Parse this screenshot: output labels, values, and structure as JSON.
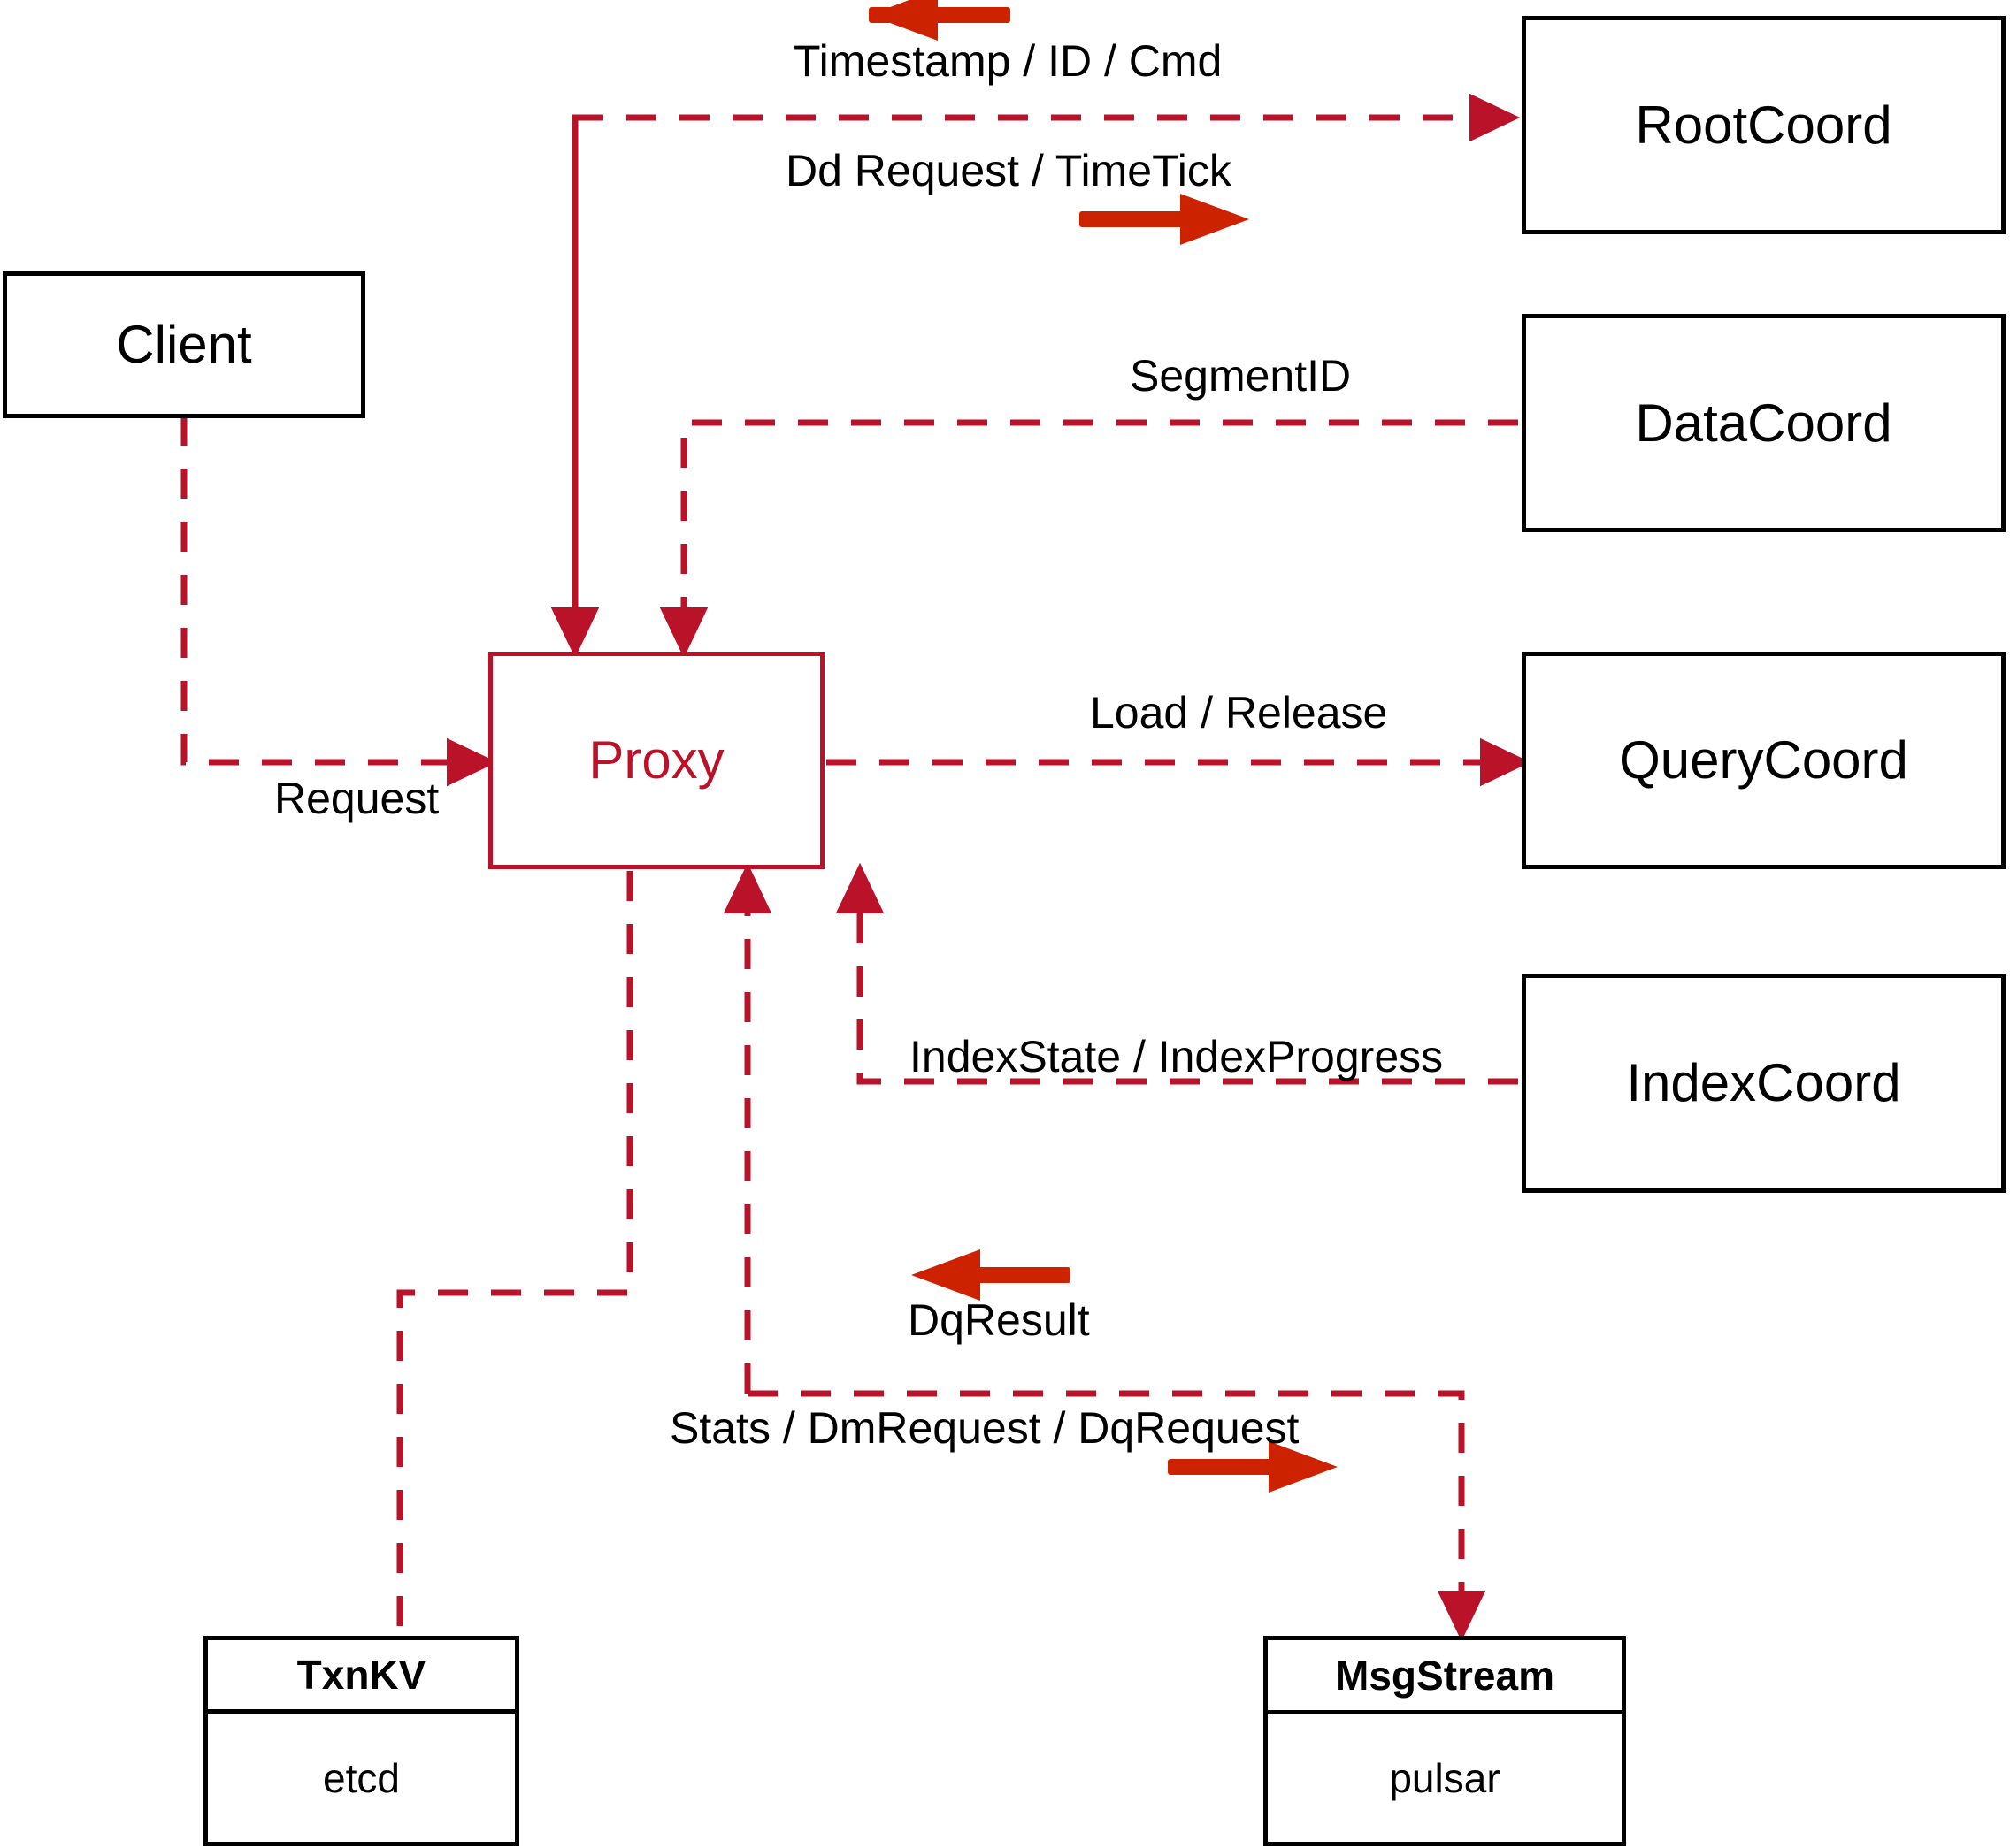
{
  "diagram": {
    "title": "Proxy component interaction diagram",
    "colors": {
      "accent_red": "#b91229",
      "arrow_red": "#cc2200",
      "node_black": "#000000",
      "background": "#ffffff"
    },
    "nodes": [
      {
        "id": "client",
        "label": "Client",
        "style": "black"
      },
      {
        "id": "proxy",
        "label": "Proxy",
        "style": "red"
      },
      {
        "id": "rootcoord",
        "label": "RootCoord",
        "style": "black"
      },
      {
        "id": "datacoord",
        "label": "DataCoord",
        "style": "black"
      },
      {
        "id": "querycoord",
        "label": "QueryCoord",
        "style": "black"
      },
      {
        "id": "indexcoord",
        "label": "IndexCoord",
        "style": "black"
      }
    ],
    "stacked_nodes": [
      {
        "id": "txnkv",
        "title": "TxnKV",
        "impl": "etcd"
      },
      {
        "id": "msgstream",
        "title": "MsgStream",
        "impl": "pulsar"
      }
    ],
    "edge_labels": [
      {
        "id": "timestamp-id-cmd",
        "text": "Timestamp / ID / Cmd",
        "direction": "left"
      },
      {
        "id": "dd-request-timetick",
        "text": "Dd Request / TimeTick",
        "direction": "right"
      },
      {
        "id": "segment-id",
        "text": "SegmentID",
        "direction": "left"
      },
      {
        "id": "request",
        "text": "Request",
        "direction": "right"
      },
      {
        "id": "load-release",
        "text": "Load / Release",
        "direction": "right"
      },
      {
        "id": "index-state",
        "text": "IndexState / IndexProgress",
        "direction": "left"
      },
      {
        "id": "dq-result",
        "text": "DqResult",
        "direction": "left"
      },
      {
        "id": "stats-dm-dq",
        "text": "Stats / DmRequest / DqRequest",
        "direction": "right"
      }
    ]
  }
}
